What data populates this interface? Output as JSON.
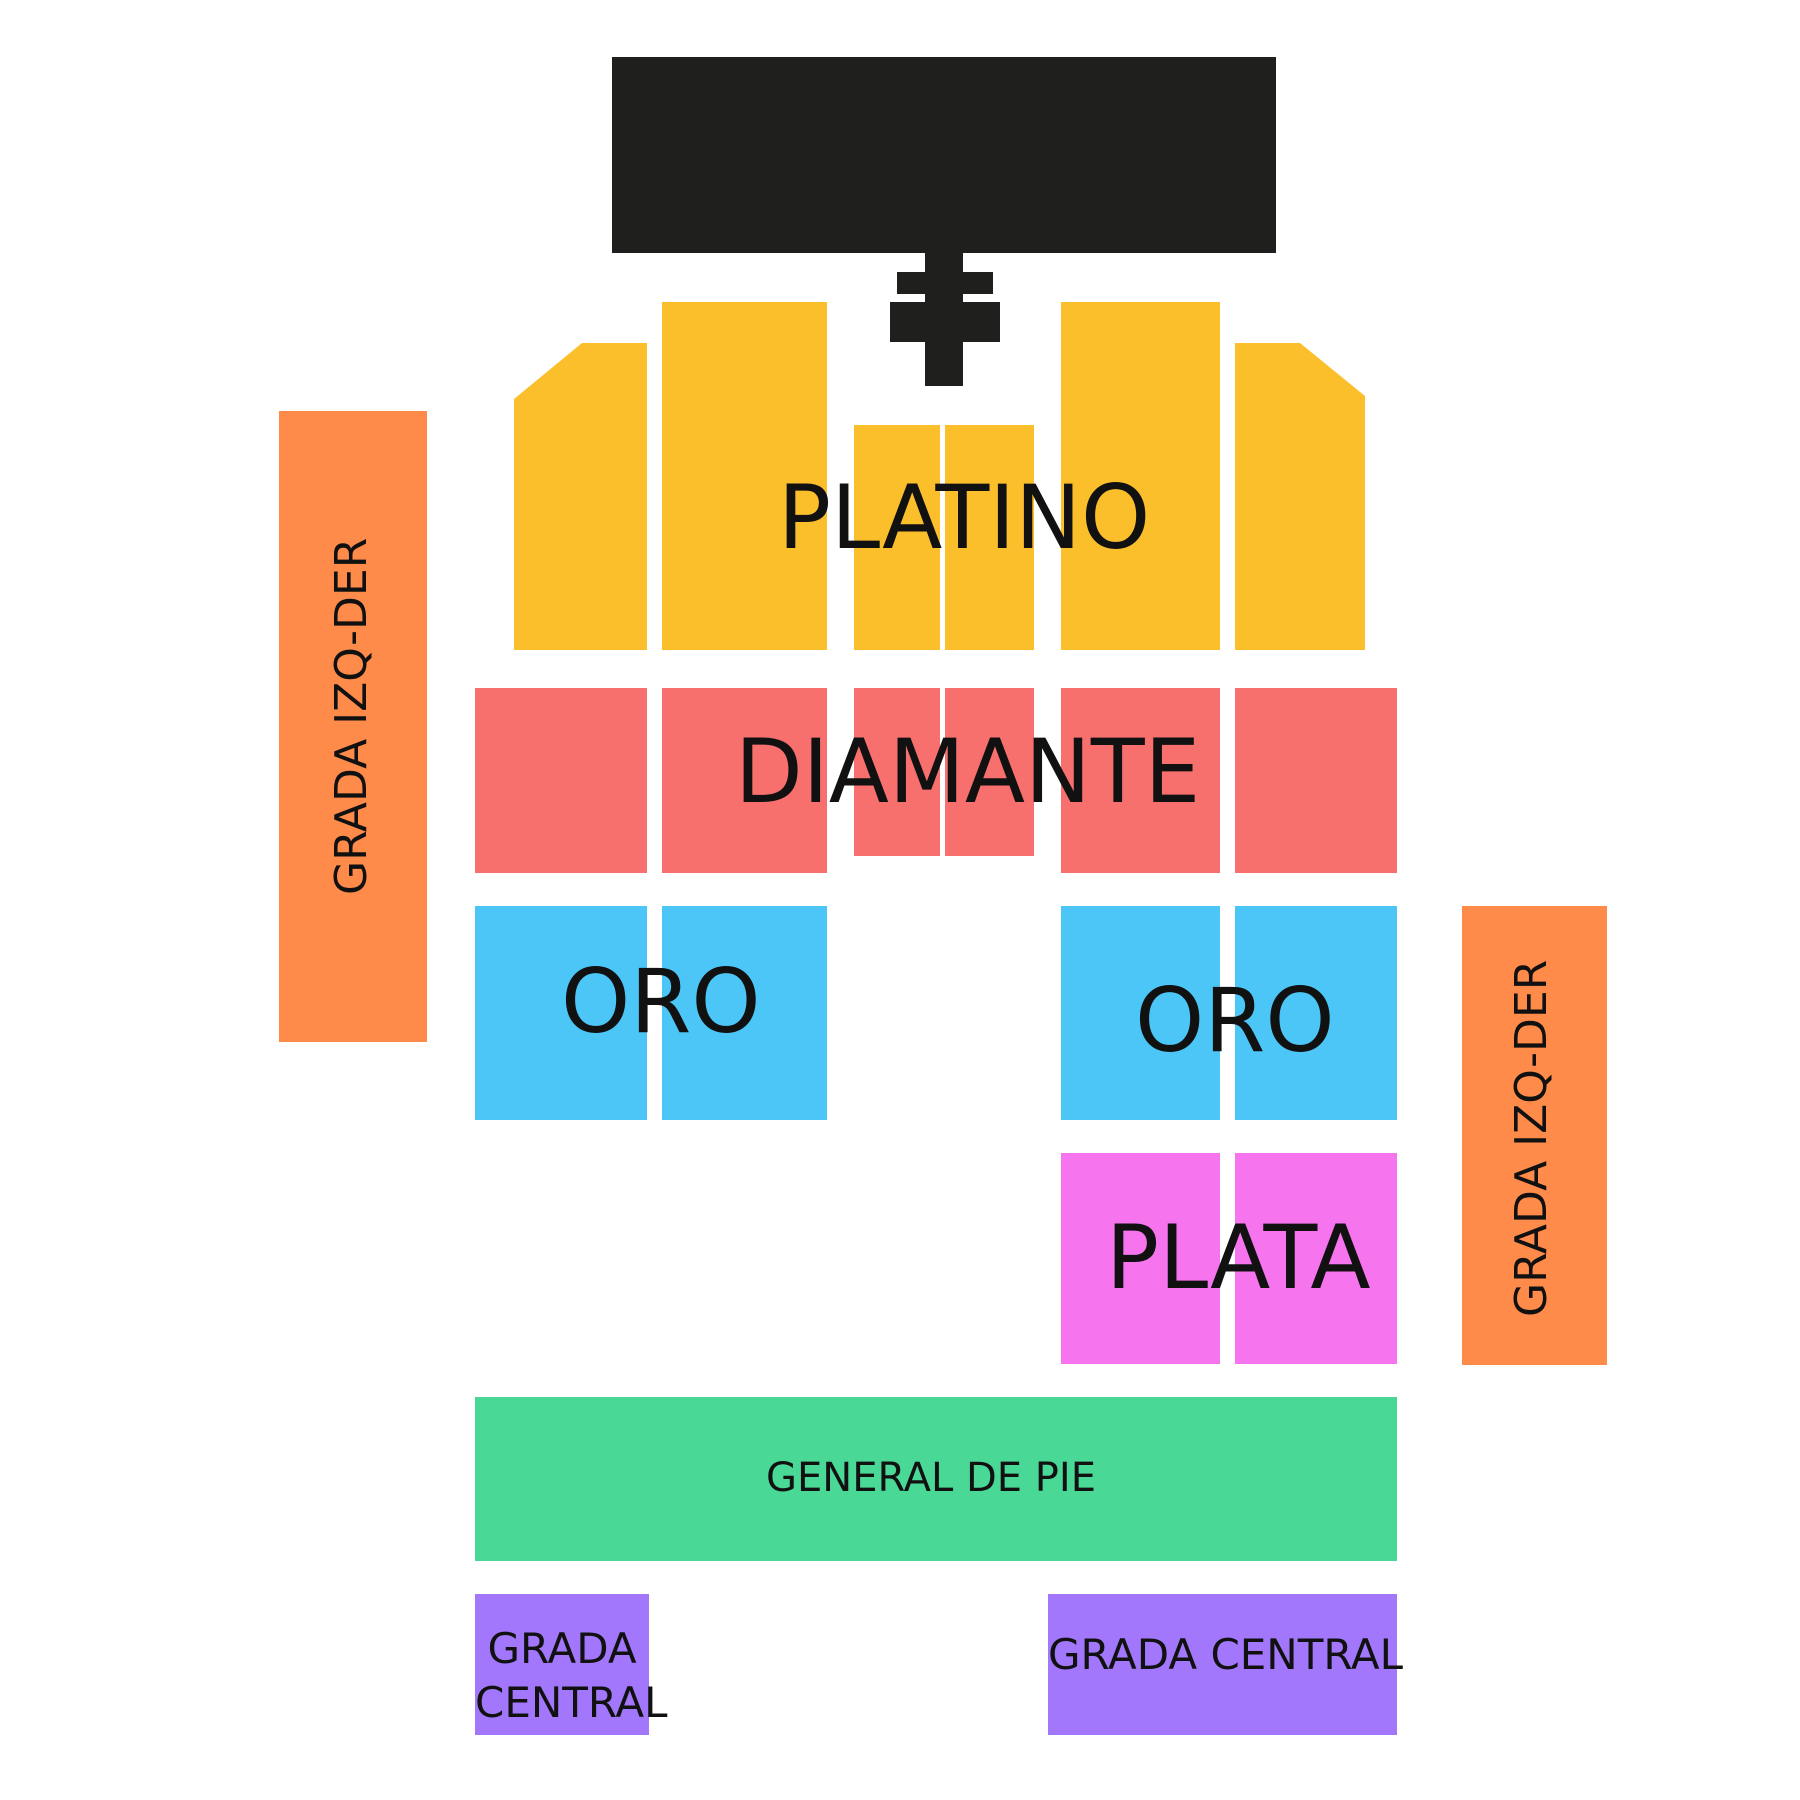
{
  "colors": {
    "stage": "#1f1f1e",
    "platino": "#fbbf2b",
    "diamante": "#f7706e",
    "oro": "#4cc6f7",
    "plata": "#f774ef",
    "general": "#4ad897",
    "grada_central": "#a277fb",
    "grada_lateral": "#fe8b4a"
  },
  "zones": {
    "platino": {
      "label": "PLATINO"
    },
    "diamante": {
      "label": "DIAMANTE"
    },
    "oro_left": {
      "label": "ORO"
    },
    "oro_right": {
      "label": "ORO"
    },
    "plata": {
      "label": "PLATA"
    },
    "general": {
      "label": "GENERAL DE PIE"
    },
    "grada_central_left": {
      "label_line1": "GRADA",
      "label_line2": "CENTRAL"
    },
    "grada_central_right": {
      "label": "GRADA CENTRAL"
    },
    "grada_left": {
      "label": "GRADA IZQ-DER"
    },
    "grada_right": {
      "label": "GRADA IZQ-DER"
    }
  }
}
